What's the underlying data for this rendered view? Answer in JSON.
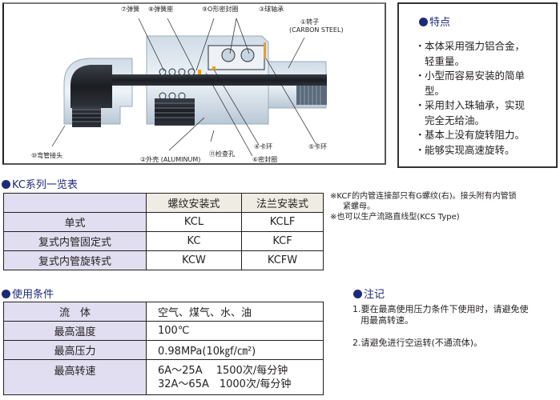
{
  "diagram": {
    "labels": {
      "spring": "⑦弹簧",
      "spring_seat": "⑧弹簧座",
      "o_ring": "⑨O形密封圈",
      "ball_bearing": "③球轴承",
      "rotor": "①转子",
      "rotor_material": "(CARBON STEEL)",
      "elbow": "⑩弯管接头",
      "housing": "②外壳 (ALUMINUM)",
      "inspection_hole": "⑪检查孔",
      "snap_ring_4": "④卡环",
      "snap_ring_5": "⑤卡环",
      "seal": "⑥密封圈"
    }
  },
  "features": {
    "title": "特点",
    "items": [
      {
        "line1": "本体采用强力铝合金，",
        "line2": "轻重量。"
      },
      {
        "line1": "小型而容易安装的简单",
        "line2": "型。"
      },
      {
        "line1": "采用封入珠轴承，实现",
        "line2": "完全无给油。"
      },
      {
        "line1": "基本上没有旋转阻力。",
        "line2": ""
      },
      {
        "line1": "能够实现高速旋转。",
        "line2": ""
      }
    ],
    "bullet": "・"
  },
  "kc_series": {
    "title": "KC系列一览表",
    "columns": [
      "",
      "螺纹安装式",
      "法兰安装式"
    ],
    "rows": [
      [
        "单式",
        "KCL",
        "KCLF"
      ],
      [
        "复式内管固定式",
        "KC",
        "KCF"
      ],
      [
        "复式内管旋转式",
        "KCW",
        "KCFW"
      ]
    ],
    "notes": [
      "※KCF的内管连接部只有G螺纹(右)。接头附有内管锁",
      "紧螺母。",
      "※也可以生产流路直线型(KCS Type)"
    ]
  },
  "conditions": {
    "title": "使用条件",
    "rows": [
      {
        "label": "流　体",
        "value": "空气、煤气、水、油",
        "value2": ""
      },
      {
        "label": "最高温度",
        "value": "100℃",
        "value2": ""
      },
      {
        "label": "最高压力",
        "value": "0.98MPa(10㎏f/㎝²)",
        "value2": ""
      },
      {
        "label": "最高转速",
        "value": "6A～25A　 1500次/每分钟",
        "value2": "32A～65A　1000次/每分钟"
      }
    ]
  },
  "remarks": {
    "title": "注记",
    "items": [
      {
        "line1": "1.要在最高使用压力条件下使用时，请避免使",
        "line2": "用最高转速。"
      },
      {
        "line1": "2.请避免进行空运转(不通流体)。",
        "line2": ""
      }
    ]
  },
  "colors": {
    "accent": "#1e2a78",
    "header_lavender": "#e0def0",
    "header_beige": "#efede3"
  }
}
